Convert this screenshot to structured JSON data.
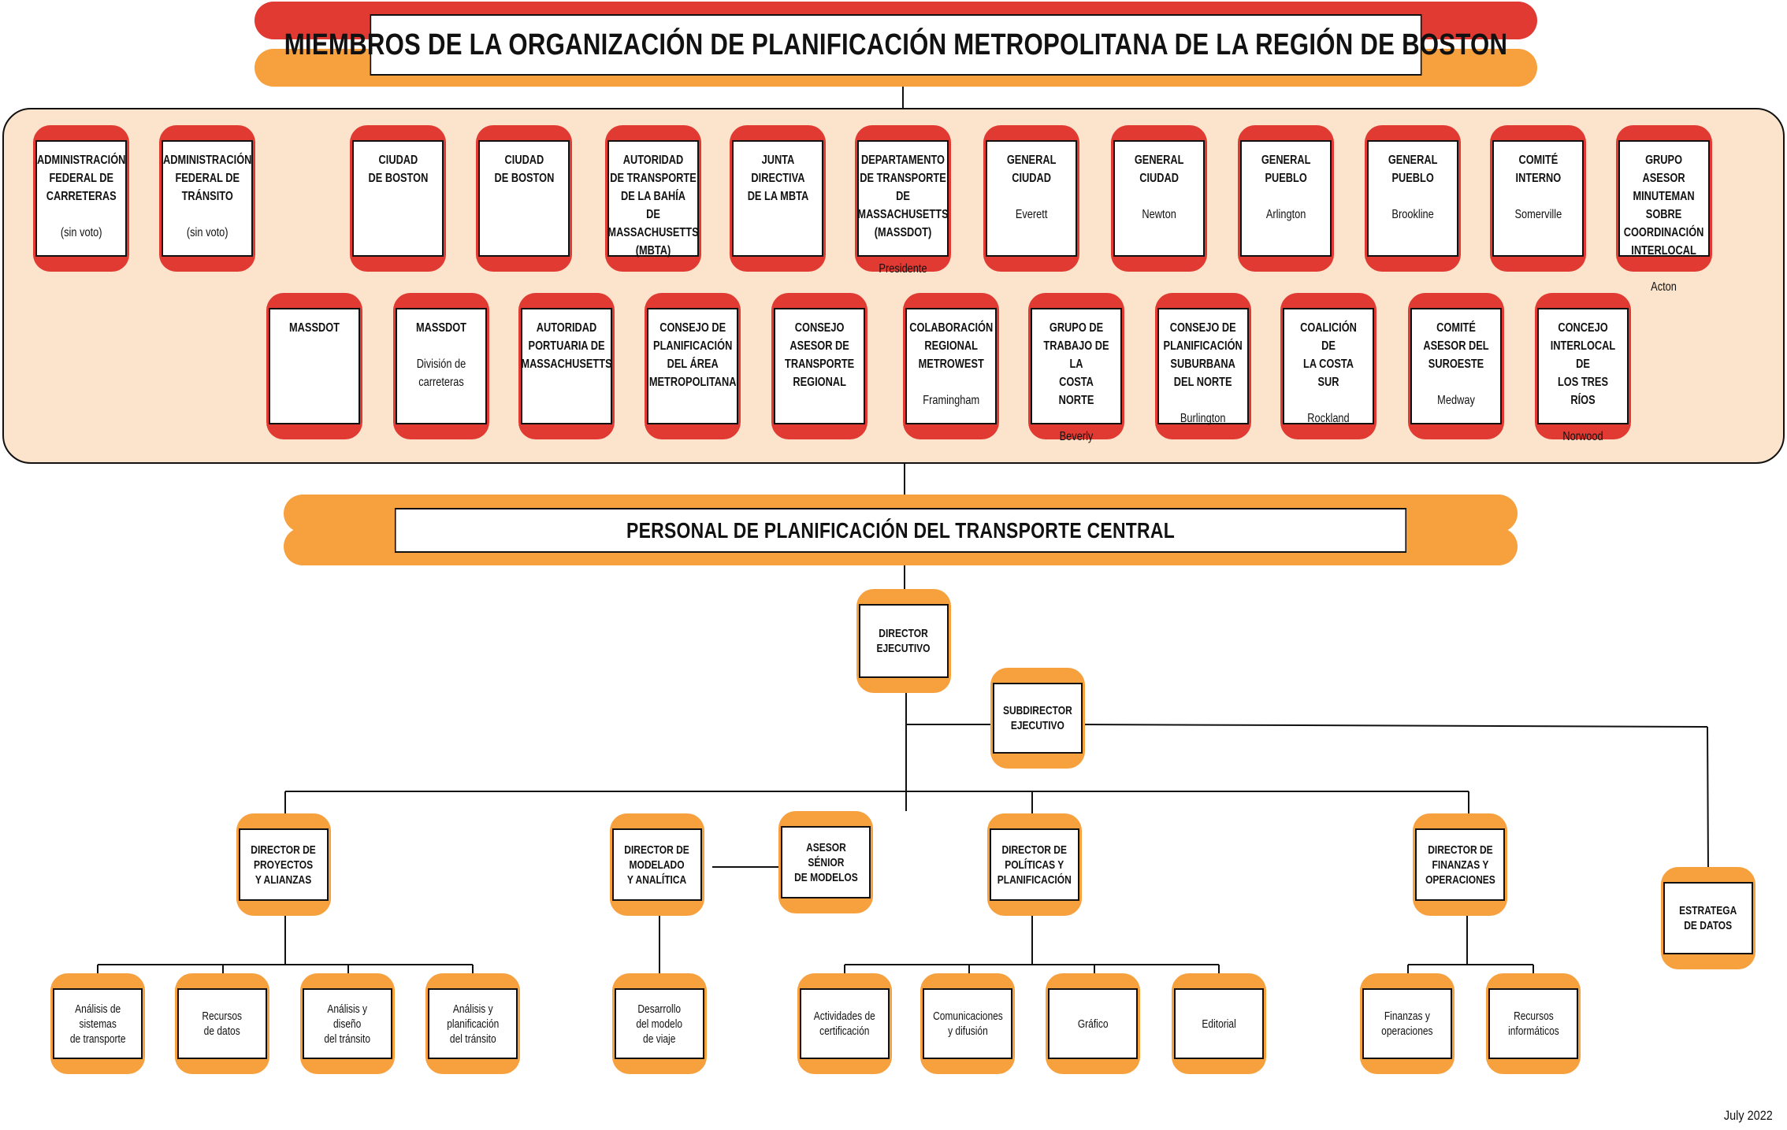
{
  "title": "MIEMBROS DE LA ORGANIZACIÓN DE PLANIFICACIÓN METROPOLITANA DE LA REGIÓN DE BOSTON",
  "staff_title": "PERSONAL DE PLANIFICACIÓN DEL TRANSPORTE CENTRAL",
  "date": "July 2022",
  "colors": {
    "red": "#e03a32",
    "orange": "#f7a03e",
    "panel": "#fce3cb",
    "line": "#111111"
  },
  "members_row1": [
    {
      "name": "ADMINISTRACIÓN\nFEDERAL DE\nCARRETERAS",
      "sub": "(sin voto)"
    },
    {
      "name": "ADMINISTRACIÓN\nFEDERAL DE\nTRÁNSITO",
      "sub": "(sin voto)"
    },
    {
      "name": "CIUDAD\nDE BOSTON",
      "sub": ""
    },
    {
      "name": "CIUDAD\nDE BOSTON",
      "sub": ""
    },
    {
      "name": "AUTORIDAD\nDE TRANSPORTE\nDE LA BAHÍA\nDE MASSACHUSETTS\n(MBTA)",
      "sub": ""
    },
    {
      "name": "JUNTA\nDIRECTIVA\nDE LA MBTA",
      "sub": ""
    },
    {
      "name": "DEPARTAMENTO\nDE TRANSPORTE\nDE MASSACHUSETTS\n(MASSDOT)",
      "sub": "Presidente"
    },
    {
      "name": "GENERAL\nCIUDAD",
      "sub": "Everett"
    },
    {
      "name": "GENERAL\nCIUDAD",
      "sub": "Newton"
    },
    {
      "name": "GENERAL\nPUEBLO",
      "sub": "Arlington"
    },
    {
      "name": "GENERAL\nPUEBLO",
      "sub": "Brookline"
    },
    {
      "name": "COMITÉ\nINTERNO",
      "sub": "Somerville"
    },
    {
      "name": "GRUPO ASESOR\nMINUTEMAN\nSOBRE\nCOORDINACIÓN\nINTERLOCAL",
      "sub": "Acton"
    }
  ],
  "members_row2": [
    {
      "name": "MASSDOT",
      "sub": ""
    },
    {
      "name": "MASSDOT",
      "sub": "División de\ncarreteras"
    },
    {
      "name": "AUTORIDAD\nPORTUARIA DE\nMASSACHUSETTS",
      "sub": ""
    },
    {
      "name": "CONSEJO DE\nPLANIFICACIÓN\nDEL ÁREA\nMETROPOLITANA",
      "sub": ""
    },
    {
      "name": "CONSEJO\nASESOR DE\nTRANSPORTE\nREGIONAL",
      "sub": ""
    },
    {
      "name": "COLABORACIÓN\nREGIONAL\nMETROWEST",
      "sub": "Framingham"
    },
    {
      "name": "GRUPO DE\nTRABAJO DE LA\nCOSTA NORTE",
      "sub": "Beverly"
    },
    {
      "name": "CONSEJO DE\nPLANIFICACIÓN\nSUBURBANA\nDEL NORTE",
      "sub": "Burlington"
    },
    {
      "name": "COALICIÓN DE\nLA COSTA SUR",
      "sub": "Rockland"
    },
    {
      "name": "COMITÉ\nASESOR DEL\nSUROESTE",
      "sub": "Medway"
    },
    {
      "name": "CONCEJO\nINTERLOCAL DE\nLOS TRES RÍOS",
      "sub": "Norwood"
    }
  ],
  "staff": {
    "executive_director": "DIRECTOR\nEJECUTIVO",
    "deputy_director": "SUBDIRECTOR\nEJECUTIVO",
    "data_strategist": "ESTRATEGA\nDE DATOS",
    "senior_modeling_advisor": "ASESOR\nSÉNIOR\nDE MODELOS",
    "directors": [
      {
        "name": "DIRECTOR DE\nPROYECTOS\nY ALIANZAS",
        "units": [
          "Análisis de\nsistemas\nde transporte",
          "Recursos\nde datos",
          "Análisis y\ndiseño\ndel tránsito",
          "Análisis y\nplanificación\ndel tránsito"
        ]
      },
      {
        "name": "DIRECTOR DE\nMODELADO\nY ANALÍTICA",
        "units": [
          "Desarrollo\ndel modelo\nde viaje"
        ]
      },
      {
        "name": "DIRECTOR DE\nPOLÍTICAS Y\nPLANIFICACIÓN",
        "units": [
          "Actividades de\ncertificación",
          "Comunicaciones\ny difusión",
          "Gráfico",
          "Editorial"
        ]
      },
      {
        "name": "DIRECTOR DE\nFINANZAS Y\nOPERACIONES",
        "units": [
          "Finanzas y\noperaciones",
          "Recursos\ninformáticos"
        ]
      }
    ]
  }
}
